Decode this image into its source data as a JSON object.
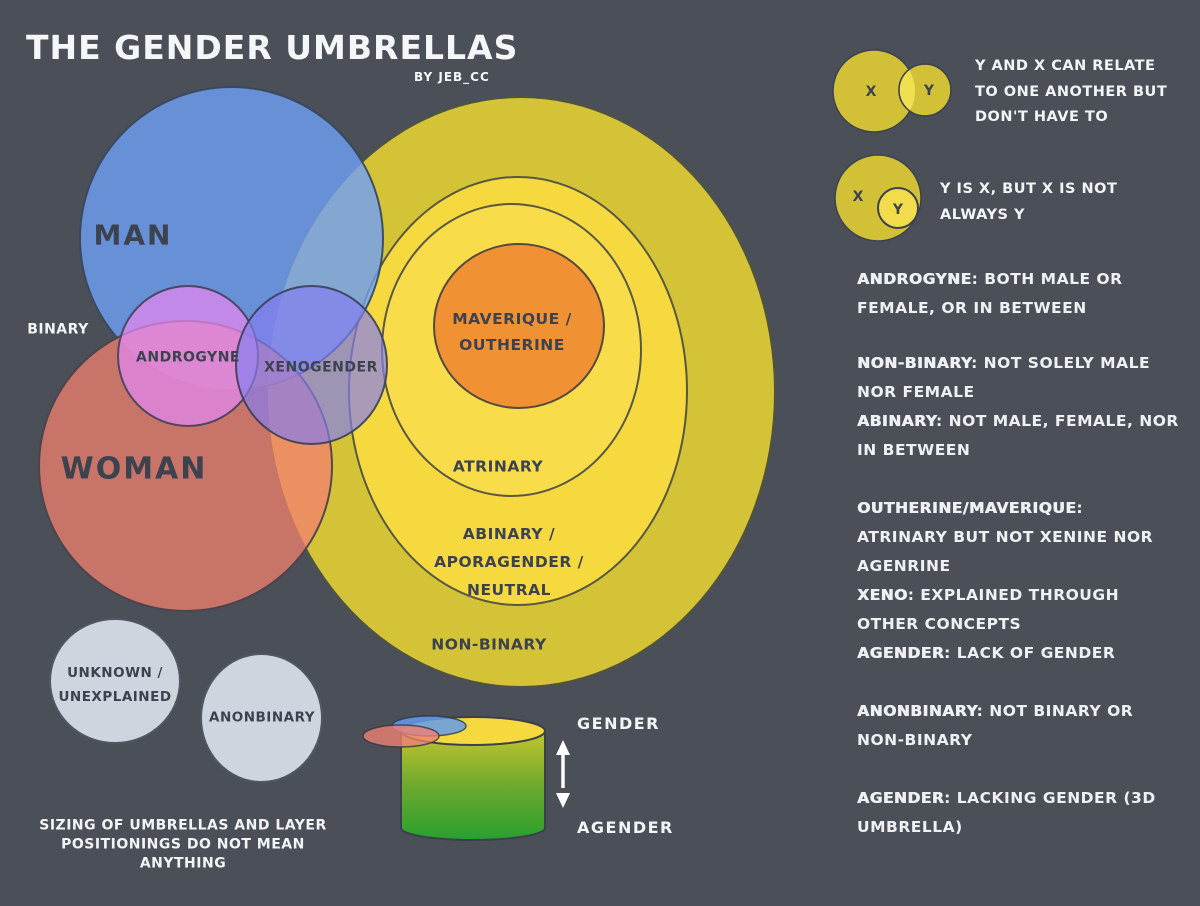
{
  "title": "THE GENDER UMBRELLAS",
  "byline": "BY JEB_CC",
  "colors": {
    "background": "#4a4f58",
    "outer_ring_yellow": "#d4c337",
    "mid_ring_yellow": "#f6d93e",
    "inner_ring_yellow": "#f8dc49",
    "maverique_orange": "#f09134",
    "man_blue": "#6ea0f6",
    "woman_red": "#f0806e",
    "androgyne_purple": "#e287ee",
    "xenogender_violet": "#847ef0",
    "neutral_gray": "#cfd5df",
    "cylinder_green": "#28a02e",
    "dark_text": "#3c434f",
    "light_text": "#f3f4f6"
  },
  "diagram": {
    "binary_label": "BINARY",
    "man_label": "MAN",
    "woman_label": "WOMAN",
    "androgyne_label": "ANDROGYNE",
    "xenogender_label": "XENOGENDER",
    "maverique_label": "MAVERIQUE /\nOUTHERINE",
    "atrinary_label": "ATRINARY",
    "abinary_label": "ABINARY /\nAPORAGENDER /\nNEUTRAL",
    "nonbinary_label": "NON-BINARY",
    "unknown_label": "UNKNOWN /\nUNEXPLAINED",
    "anonbinary_label": "ANONBINARY",
    "disclaimer": "SIZING OF UMBRELLAS AND LAYER\nPOSITIONINGS DO NOT MEAN\nANYTHING"
  },
  "cylinder": {
    "top_label": "GENDER",
    "bottom_label": "AGENDER"
  },
  "legend": {
    "venn_overlap": {
      "x": "X",
      "y": "Y",
      "caption": "Y AND X CAN RELATE\nTO ONE ANOTHER BUT\nDON'T HAVE TO"
    },
    "venn_subset": {
      "x": "X",
      "y": "Y",
      "caption": "Y IS X, BUT X IS NOT\nALWAYS Y"
    }
  },
  "definitions": {
    "groups": [
      {
        "items": [
          {
            "term": "ANDROGYNE",
            "rest": ": BOTH MALE OR\nFEMALE, OR IN BETWEEN"
          }
        ]
      },
      {
        "items": [
          {
            "term": "NON-BINARY",
            "rest": ": NOT SOLELY MALE\nNOR FEMALE"
          },
          {
            "term": "ABINARY",
            "rest": ": NOT MALE, FEMALE, NOR\nIN BETWEEN"
          }
        ]
      },
      {
        "items": [
          {
            "term": "OUTHERINE/MAVERIQUE",
            "rest": ":\nATRINARY BUT NOT XENINE NOR\nAGENRINE"
          },
          {
            "term": "XENO",
            "rest": ": EXPLAINED THROUGH\nOTHER CONCEPTS"
          },
          {
            "term": "AGENDER",
            "rest": ": LACK OF GENDER"
          }
        ]
      },
      {
        "items": [
          {
            "term": "ANONBINARY",
            "rest": ": NOT BINARY OR\nNON-BINARY"
          }
        ]
      },
      {
        "items": [
          {
            "term": "AGENDER",
            "rest": ": LACKING GENDER (3D\nUMBRELLA)"
          }
        ]
      }
    ]
  }
}
